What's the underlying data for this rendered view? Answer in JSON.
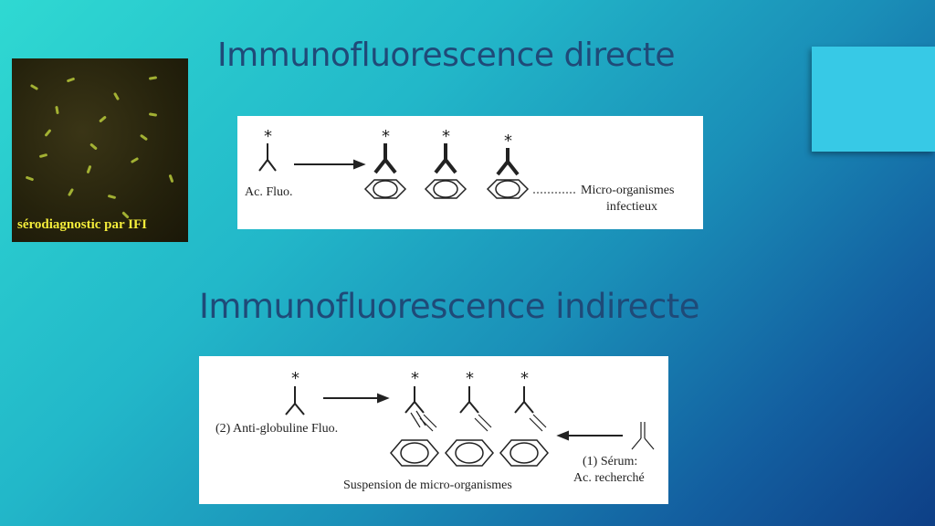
{
  "slide": {
    "title_direct": "Immunofluorescence directe",
    "title_indirect": "Immunofluorescence indirecte"
  },
  "photo": {
    "caption": "sérodiagnostic par IFI"
  },
  "diagram_direct": {
    "label_antibody": "Ac. Fluo.",
    "label_target_line1": "Micro-organismes",
    "label_target_line2": "infectieux"
  },
  "diagram_indirect": {
    "label_antiglobulin": "(2) Anti-globuline Fluo.",
    "label_suspension": "Suspension de micro-organismes",
    "label_serum_line1": "(1) Sérum:",
    "label_serum_line2": "Ac. recherché"
  },
  "colors": {
    "title": "#1f4a78",
    "accent_square": "#37c9e6",
    "caption": "#f3ec3a"
  }
}
